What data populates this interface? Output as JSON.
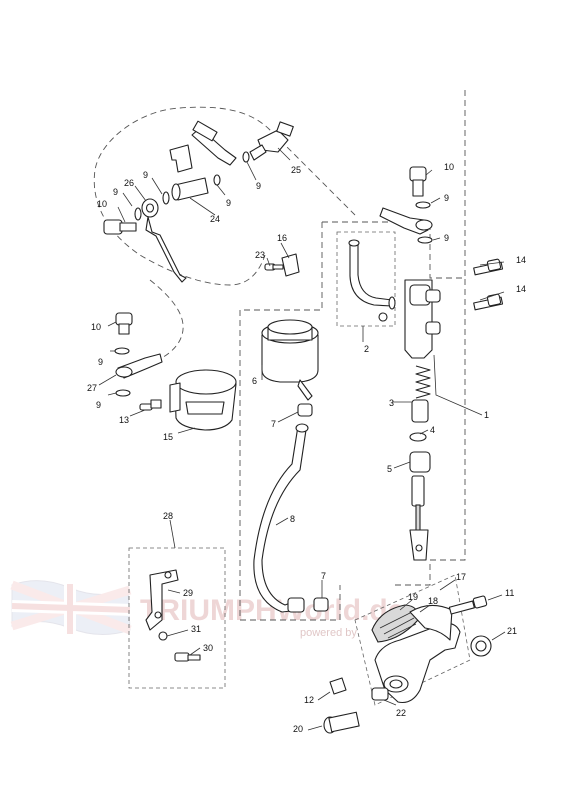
{
  "watermark": {
    "brand": "TRIUMPHWorld.de",
    "tagline": "powered by"
  },
  "callouts": {
    "c1": "1",
    "c2": "2",
    "c3": "3",
    "c4": "4",
    "c5": "5",
    "c6": "6",
    "c7a": "7",
    "c7b": "7",
    "c8": "8",
    "c9a": "9",
    "c9b": "9",
    "c9c": "9",
    "c9d": "9",
    "c9e": "9",
    "c9f": "9",
    "c9g": "9",
    "c10a": "10",
    "c10b": "10",
    "c10c": "10",
    "c11": "11",
    "c12": "12",
    "c13": "13",
    "c14a": "14",
    "c14b": "14",
    "c15": "15",
    "c16": "16",
    "c17": "17",
    "c18": "18",
    "c19": "19",
    "c20": "20",
    "c21": "21",
    "c22": "22",
    "c23": "23",
    "c24": "24",
    "c25": "25",
    "c26": "26",
    "c27": "27",
    "c28": "28",
    "c29": "29",
    "c30": "30",
    "c31": "31"
  }
}
